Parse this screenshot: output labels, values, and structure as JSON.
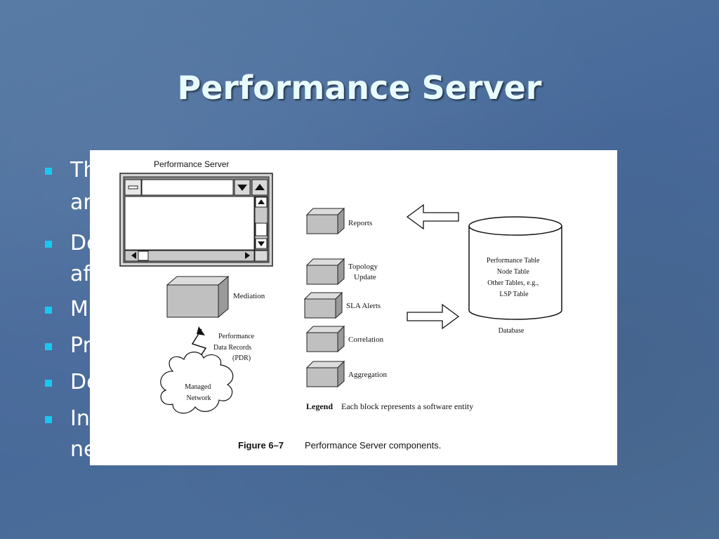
{
  "slide": {
    "title": "Performance Server",
    "bullet_color": "#19c8f0",
    "bullets": [
      {
        "lines": [
          "Th",
          "ar"
        ]
      },
      {
        "lines": [
          "De",
          "af"
        ]
      },
      {
        "lines": [
          "M"
        ]
      },
      {
        "lines": [
          "Pr"
        ]
      },
      {
        "lines": [
          "De"
        ]
      },
      {
        "lines": [
          "In",
          "ne"
        ]
      }
    ]
  },
  "figure": {
    "window_title": "Performance Server",
    "mediation_label": "Mediation",
    "pdr_label_lines": [
      "Performance",
      "Data Records",
      "(PDR)"
    ],
    "network_label_lines": [
      "Managed",
      "Network"
    ],
    "components": [
      {
        "label_lines": [
          "Reports"
        ]
      },
      {
        "label_lines": [
          "Topology",
          "Update"
        ]
      },
      {
        "label_lines": [
          "SLA Alerts"
        ]
      },
      {
        "label_lines": [
          "Correlation"
        ]
      },
      {
        "label_lines": [
          "Aggregation"
        ]
      }
    ],
    "database_tables": [
      "Performance  Table",
      "Node Table",
      "Other Tables, e.g.,",
      "LSP Table"
    ],
    "database_label": "Database",
    "legend_word": "Legend",
    "legend_text": "Each block represents a software entity",
    "caption_number": "Figure 6–7",
    "caption_text": "Performance Server components."
  }
}
